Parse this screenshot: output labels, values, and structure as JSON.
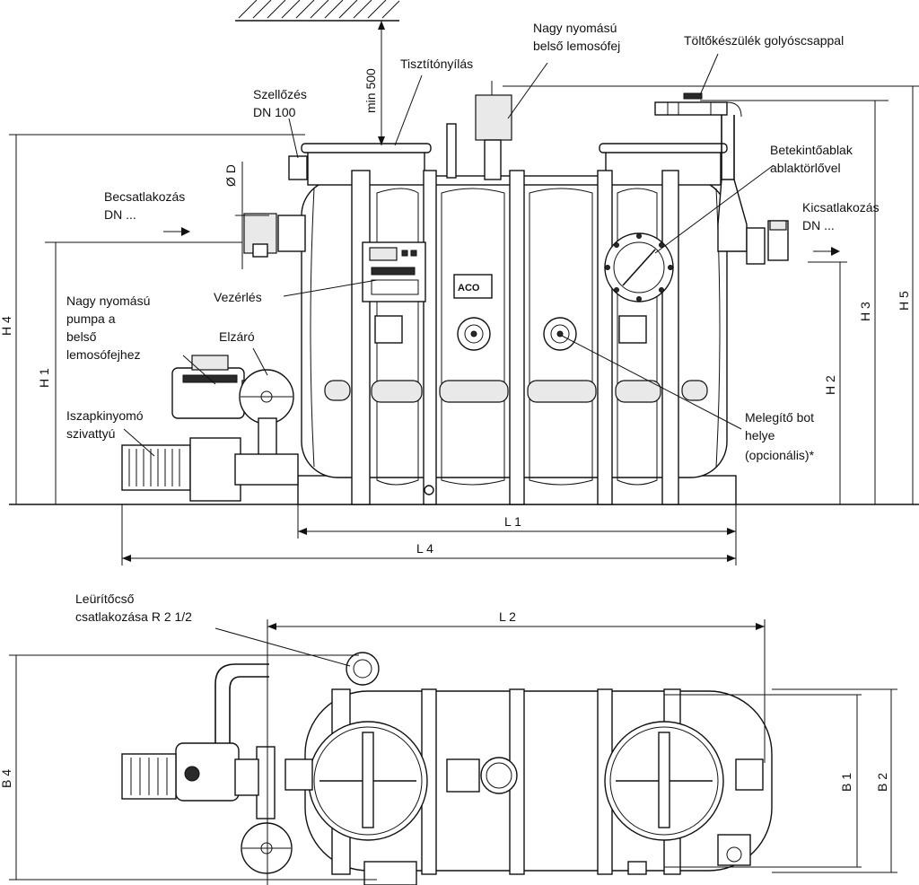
{
  "labels": {
    "tisztitonyilas": "Tisztítónyílás",
    "lemosofej_1": "Nagy nyomású",
    "lemosofej_2": "belső lemosófej",
    "toltokeszulek": "Töltőkészülék golyóscsappal",
    "szellozes_1": "Szellőzés",
    "szellozes_2": "DN 100",
    "min500": "min 500",
    "od": "Ø D",
    "becsatlakozas_1": "Becsatlakozás",
    "becsatlakozas_2": "DN ...",
    "betekinto_1": "Betekintőablak",
    "betekinto_2": "ablaktörlővel",
    "kicsatlakozas_1": "Kicsatlakozás",
    "kicsatlakozas_2": "DN ...",
    "vezerles": "Vezérlés",
    "pumpa_1": "Nagy nyomású",
    "pumpa_2": "pumpa a",
    "pumpa_3": "belső",
    "pumpa_4": "lemosófejhez",
    "elzaro": "Elzáró",
    "iszap_1": "Iszapkinyomó",
    "iszap_2": "szivattyú",
    "melegito_1": "Melegítő bot",
    "melegito_2": "helye",
    "melegito_3": "(opcionális)*",
    "leurito_1": "Leürítőcső",
    "leurito_2": "csatlakozása R 2 1/2",
    "brand": "ACO"
  },
  "dimensions": {
    "h1": "H 1",
    "h2": "H 2",
    "h3": "H 3",
    "h4": "H 4",
    "h5": "H 5",
    "l1": "L 1",
    "l2": "L 2",
    "l4": "L 4",
    "b1": "B 1",
    "b2": "B 2",
    "b4": "B 4"
  }
}
